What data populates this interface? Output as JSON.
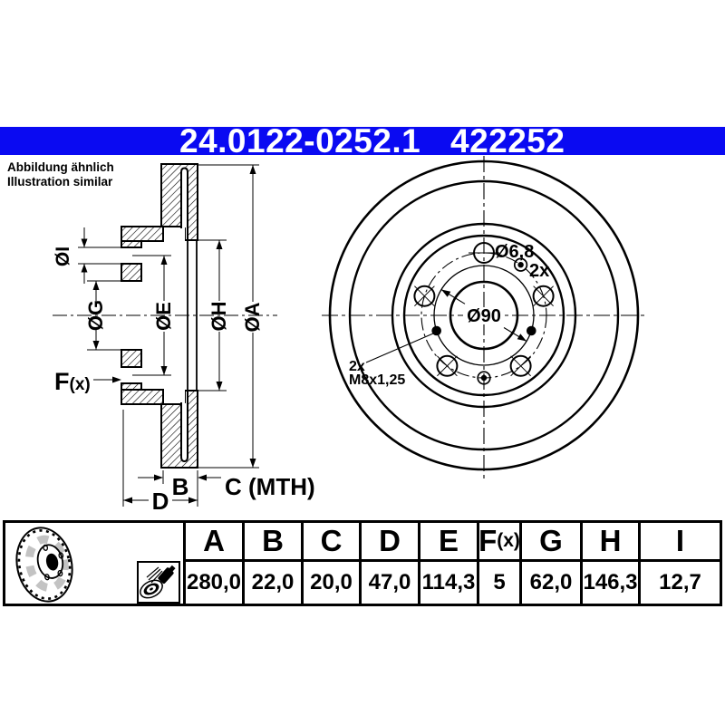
{
  "header": {
    "part_number": "24.0122-0252.1",
    "catalog_number": "422252",
    "bar_color": "#0a0af2"
  },
  "note": {
    "line1": "Abbildung ähnlich",
    "line2": "Illustration similar"
  },
  "section_view": {
    "dim_i": "ØI",
    "dim_g": "ØG",
    "dim_e": "ØE",
    "dim_h": "ØH",
    "dim_a": "ØA",
    "dim_f": "F",
    "dim_f_suffix": "(x)",
    "dim_b": "B",
    "dim_c": "C (MTH)",
    "dim_d": "D"
  },
  "front_view": {
    "small_hole_diameter": "Ø6,8",
    "small_hole_count": "2x",
    "center_circle": "Ø90",
    "thread_count": "2x",
    "thread_spec": "M8x1,25"
  },
  "table": {
    "columns": [
      {
        "label": "A",
        "suffix": "",
        "value": "280,0"
      },
      {
        "label": "B",
        "suffix": "",
        "value": "22,0"
      },
      {
        "label": "C",
        "suffix": "",
        "value": "20,0"
      },
      {
        "label": "D",
        "suffix": "",
        "value": "47,0"
      },
      {
        "label": "E",
        "suffix": "",
        "value": "114,3"
      },
      {
        "label": "F",
        "suffix": "(x)",
        "value": "5"
      },
      {
        "label": "G",
        "suffix": "",
        "value": "62,0"
      },
      {
        "label": "H",
        "suffix": "",
        "value": "146,3"
      },
      {
        "label": "I",
        "suffix": "",
        "value": "12,7"
      }
    ]
  }
}
